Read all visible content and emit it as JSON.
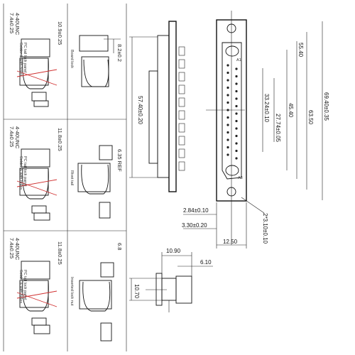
{
  "left_panels": [
    {
      "dims_a": "7.4±0.25",
      "dims_b": "4-40UNC",
      "dims_c": "10.9±0.25",
      "dims_d": "8.2±0.2",
      "note_a": "Solder & with holes",
      "note_b": "PC tail lock panel",
      "note_c": "Board lock"
    },
    {
      "dims_a": "7.4±0.25",
      "dims_b": "4-40UNC",
      "dims_c": "11.8±0.25",
      "dims_d": "6.35 REF",
      "note_a": "Solder & with holes",
      "note_b": "PC tail lock panel",
      "note_c": "Rivet tail"
    },
    {
      "dims_a": "7.4±0.25",
      "dims_b": "4-40UNC",
      "dims_c": "11.8±0.25",
      "dims_d": "6.8",
      "note_a": "Solder & with holes",
      "note_b": "PC tail lock panel",
      "note_c": "Inserted lock nut"
    }
  ],
  "side_view": {
    "length_dim": "57.40±0.20"
  },
  "front_view": {
    "pin_a1": "A1",
    "pin_a3": "A3",
    "dims_vertical": [
      "33.24±0.10",
      "27.74±0.05",
      "45.40",
      "55.40",
      "63.50",
      "69.40±0.35"
    ],
    "dims_horizontal": [
      "2.84±0.10",
      "3.30±0.20",
      "12.50"
    ],
    "hole_dim": "2*3.10±0.10"
  },
  "contact_detail": {
    "dims": [
      "10.90",
      "6.10",
      "10.70"
    ]
  }
}
